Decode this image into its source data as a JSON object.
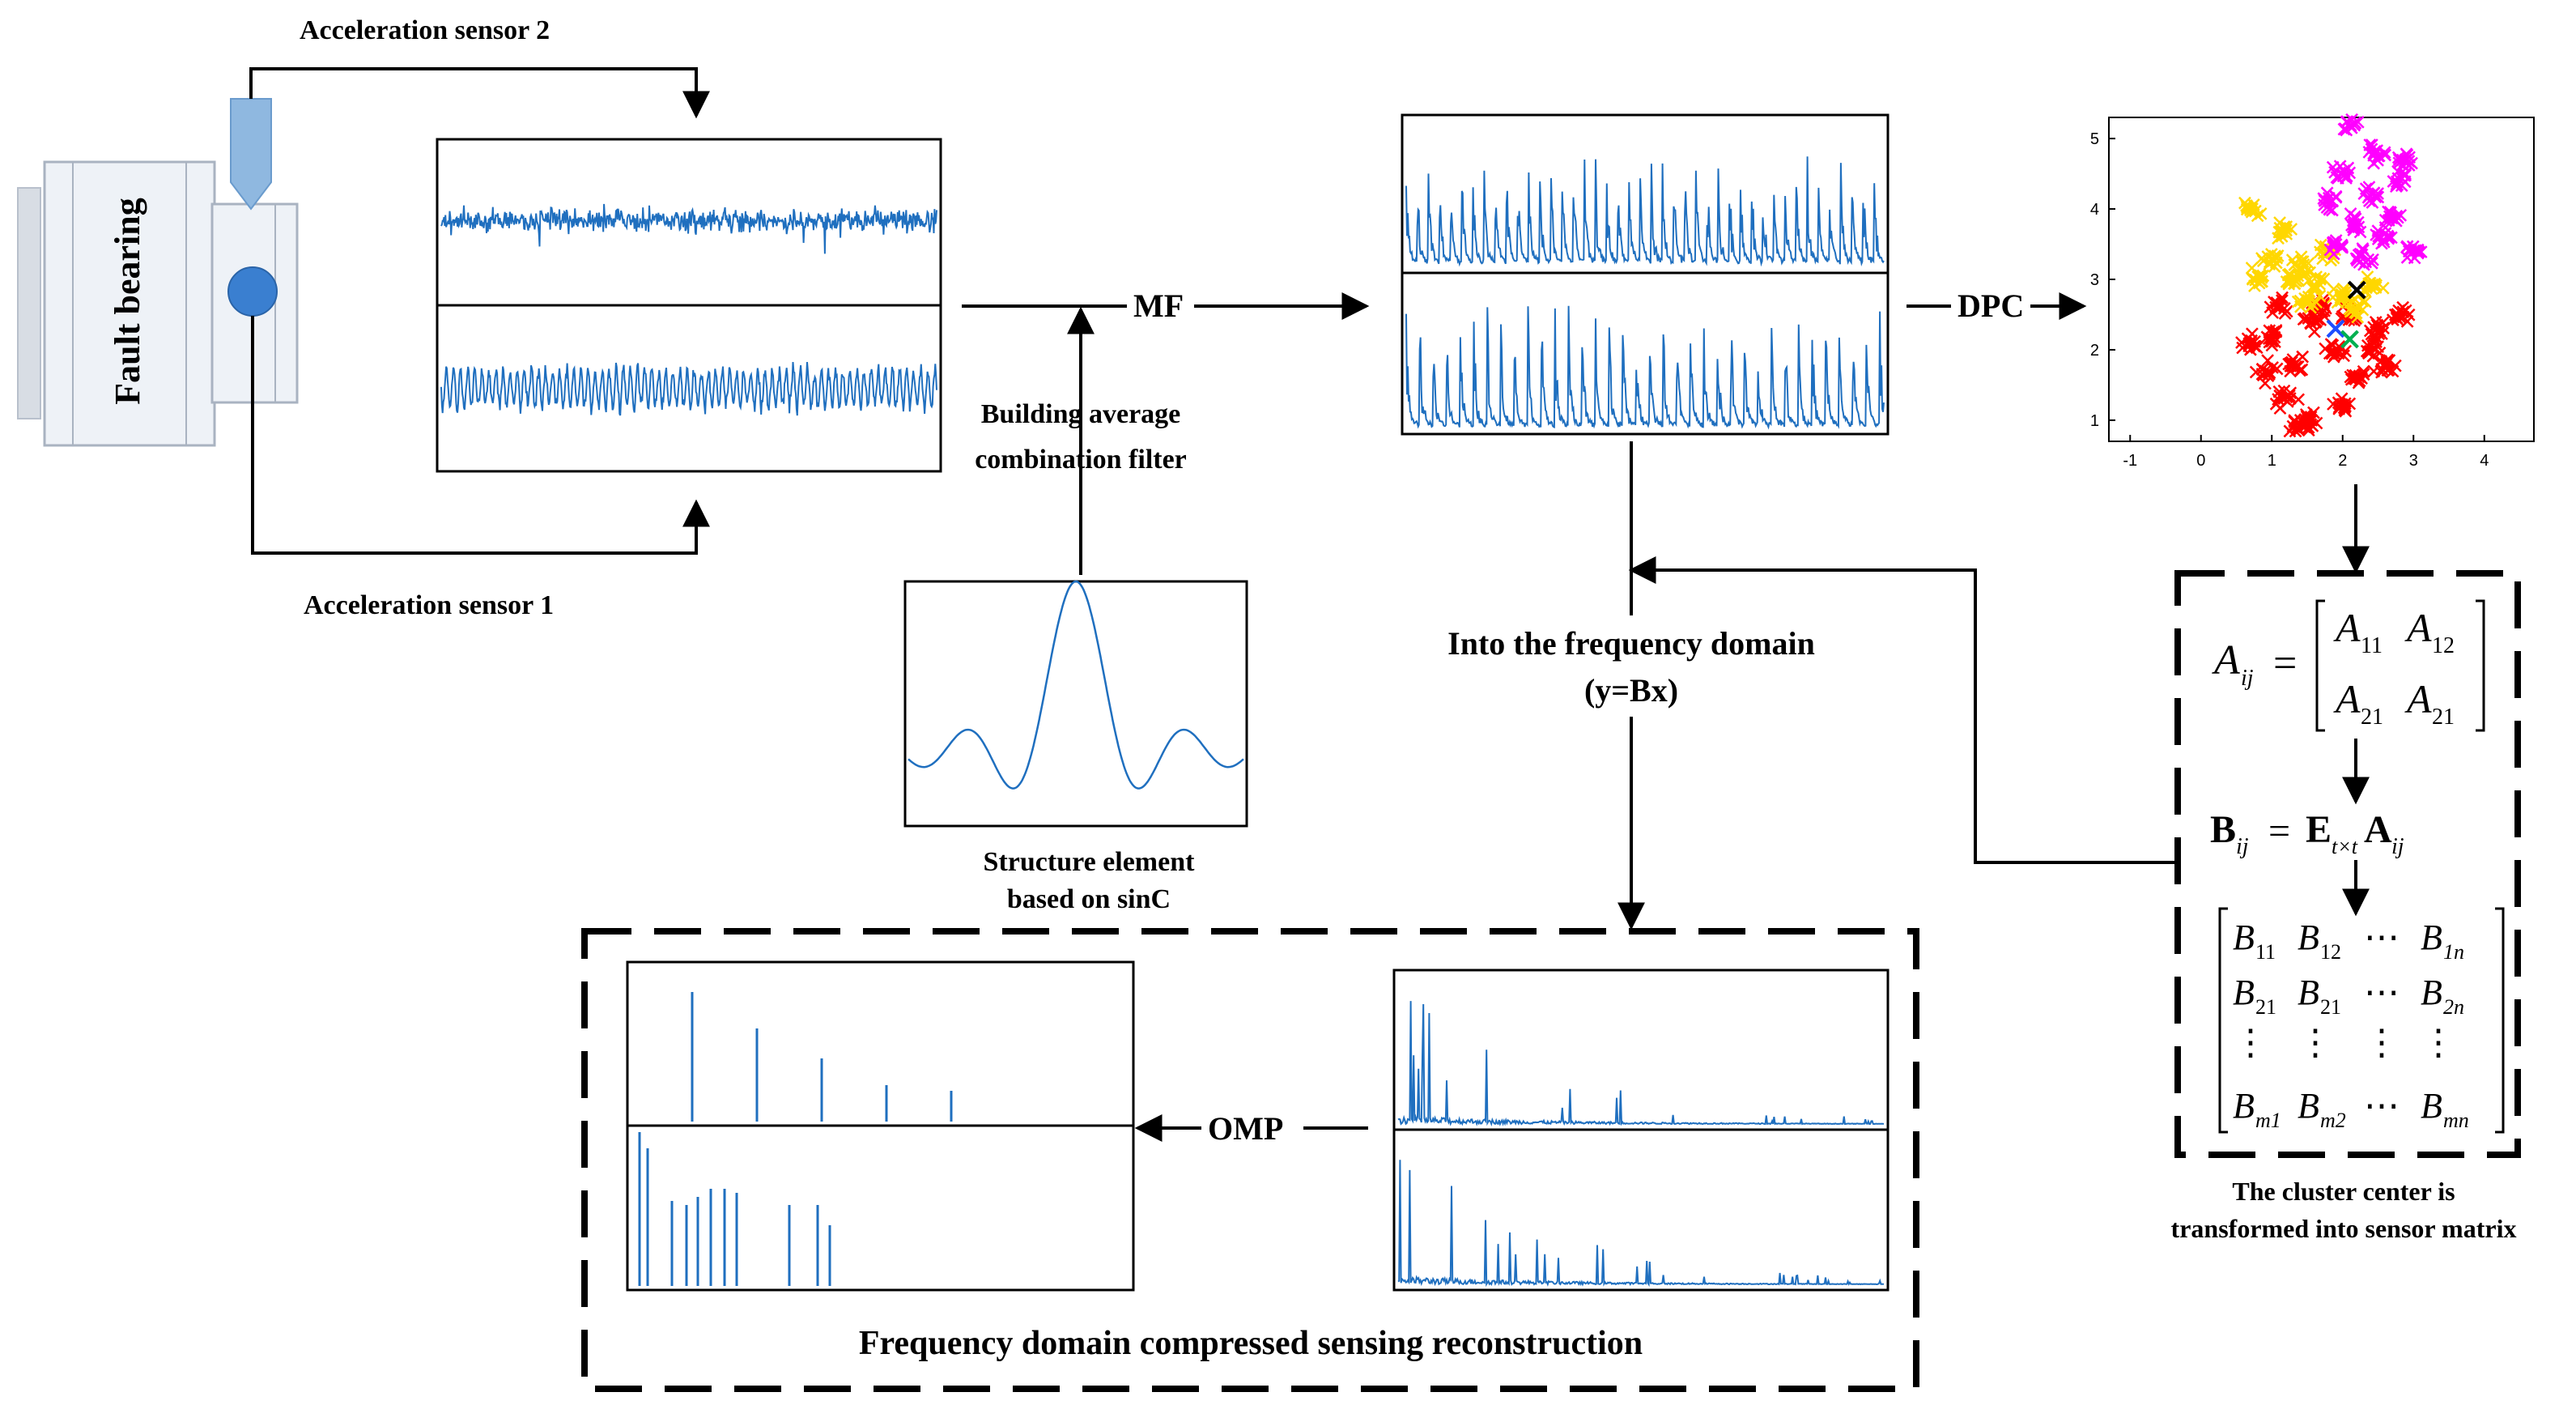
{
  "labels": {
    "sensor2": "Acceleration sensor 2",
    "sensor1": "Acceleration sensor 1",
    "fault_bearing": "Fault bearing",
    "mf": "MF",
    "dpc": "DPC",
    "omp": "OMP",
    "building_line1": "Building average",
    "building_line2": "combination filter",
    "structure_line1": "Structure element",
    "structure_line2": "based on  sinC",
    "freq_line1": "Into the frequency domain",
    "freq_line2": "(y=Bx)",
    "cluster_line1": "The cluster center is",
    "cluster_line2": "transformed into sensor matrix",
    "reconstruction": "Frequency domain compressed sensing reconstruction"
  },
  "matrix": {
    "A_symbol": "A",
    "A_sub": "ij",
    "equals": "=",
    "a_entries": [
      {
        "base": "A",
        "sub": "11"
      },
      {
        "base": "A",
        "sub": "12"
      },
      {
        "base": "A",
        "sub": "21"
      },
      {
        "base": "A",
        "sub": "21"
      }
    ],
    "B_lhs": "B",
    "B_lhs_sub": "ij",
    "E_symbol": "E",
    "E_sub": "t×t",
    "A_rhs": "A",
    "A_rhs_sub": "ij",
    "b_entries": [
      [
        {
          "base": "B",
          "sub": "11"
        },
        {
          "base": "B",
          "sub": "12"
        },
        {
          "base": "⋯",
          "sub": ""
        },
        {
          "base": "B",
          "sub": "1n"
        }
      ],
      [
        {
          "base": "B",
          "sub": "21"
        },
        {
          "base": "B",
          "sub": "21"
        },
        {
          "base": "⋯",
          "sub": ""
        },
        {
          "base": "B",
          "sub": "2n"
        }
      ],
      [
        {
          "base": "⋮",
          "sub": ""
        },
        {
          "base": "⋮",
          "sub": ""
        },
        {
          "base": "⋮",
          "sub": ""
        },
        {
          "base": "⋮",
          "sub": ""
        }
      ],
      [
        {
          "base": "B",
          "sub": "m1"
        },
        {
          "base": "B",
          "sub": "m2"
        },
        {
          "base": "⋯",
          "sub": ""
        },
        {
          "base": "B",
          "sub": "mn"
        }
      ]
    ]
  },
  "colors": {
    "signal": "#1f6fbf",
    "sensor_fill": "#8fb8e0",
    "sensor_dot": "#3a7fd0",
    "bearing_fill": "#eef2f7",
    "cluster_red": "#ff0000",
    "cluster_yellow": "#ffd700",
    "cluster_magenta": "#ff00ff",
    "center_blue": "#1f4fff",
    "center_green": "#00b050",
    "center_black": "#000000"
  },
  "chart_data": {
    "type": "scatter",
    "x_ticks": [
      "-1",
      "0",
      "1",
      "2",
      "3",
      "4"
    ],
    "y_ticks": [
      "1",
      "2",
      "3",
      "4",
      "5"
    ],
    "xlim": [
      -1.3,
      4.7
    ],
    "ylim": [
      0.7,
      5.3
    ],
    "grid": false,
    "series": [
      {
        "color": "#ff0000",
        "marker": "x",
        "points": [
          [
            1.0,
            2.2
          ],
          [
            1.3,
            1.8
          ],
          [
            1.6,
            2.4
          ],
          [
            1.9,
            2.0
          ],
          [
            2.2,
            1.6
          ],
          [
            2.5,
            2.3
          ],
          [
            2.8,
            2.5
          ],
          [
            1.2,
            1.3
          ],
          [
            0.7,
            2.1
          ],
          [
            1.5,
            1.0
          ],
          [
            2.0,
            1.2
          ],
          [
            2.4,
            2.0
          ],
          [
            1.7,
            2.6
          ],
          [
            0.9,
            1.7
          ],
          [
            1.4,
            0.9
          ],
          [
            2.6,
            1.8
          ],
          [
            1.1,
            2.6
          ],
          [
            2.1,
            2.5
          ]
        ]
      },
      {
        "color": "#ffd700",
        "marker": "x",
        "points": [
          [
            0.8,
            3.0
          ],
          [
            1.0,
            3.3
          ],
          [
            1.2,
            3.7
          ],
          [
            1.4,
            3.2
          ],
          [
            1.6,
            2.9
          ],
          [
            1.8,
            3.4
          ],
          [
            2.0,
            2.8
          ],
          [
            2.2,
            2.6
          ],
          [
            0.7,
            4.0
          ],
          [
            1.3,
            3.0
          ],
          [
            1.5,
            2.7
          ],
          [
            2.4,
            2.9
          ]
        ]
      },
      {
        "color": "#ff00ff",
        "marker": "x",
        "points": [
          [
            1.8,
            4.1
          ],
          [
            2.0,
            4.5
          ],
          [
            2.2,
            3.8
          ],
          [
            2.4,
            4.2
          ],
          [
            2.6,
            3.6
          ],
          [
            2.8,
            4.4
          ],
          [
            2.1,
            5.2
          ],
          [
            2.5,
            4.8
          ],
          [
            1.9,
            3.5
          ],
          [
            2.3,
            3.3
          ],
          [
            2.7,
            3.9
          ],
          [
            2.9,
            4.7
          ],
          [
            3.0,
            3.4
          ]
        ]
      },
      {
        "color": "#1f4fff",
        "marker": "x",
        "points": [
          [
            1.9,
            2.3
          ]
        ]
      },
      {
        "color": "#00b050",
        "marker": "x",
        "points": [
          [
            2.1,
            2.15
          ]
        ]
      },
      {
        "color": "#000000",
        "marker": "x",
        "points": [
          [
            2.2,
            2.85
          ]
        ]
      }
    ]
  }
}
